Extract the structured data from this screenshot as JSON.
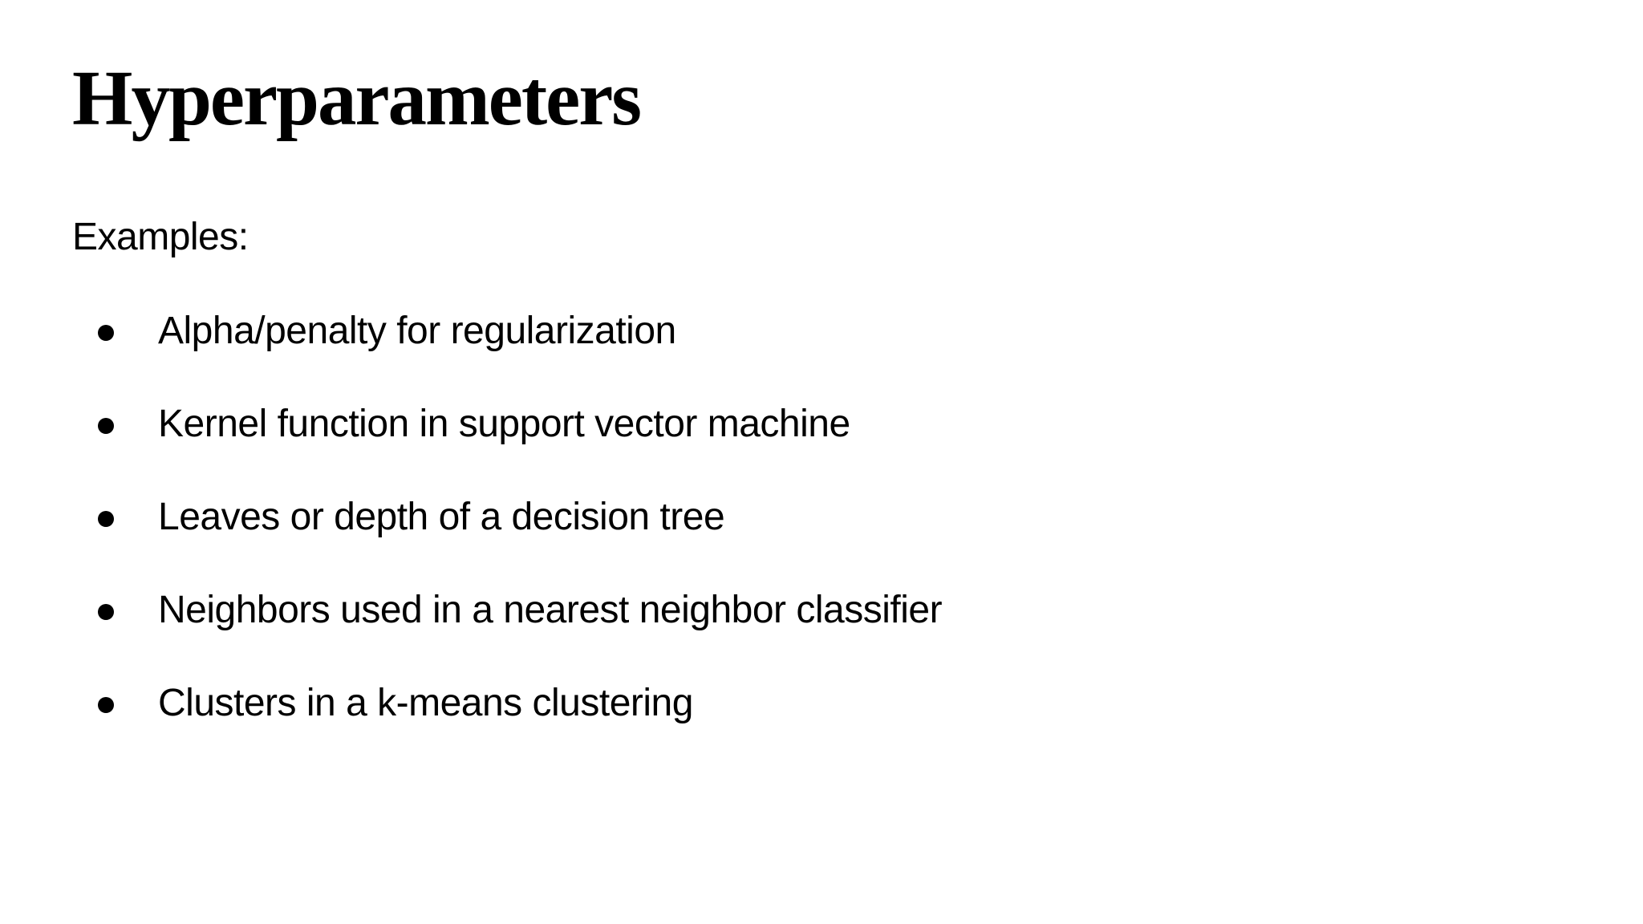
{
  "slide": {
    "title": "Hyperparameters",
    "intro": "Examples:",
    "bullets": [
      "Alpha/penalty for regularization",
      "Kernel function in support vector machine",
      "Leaves or depth of a decision tree",
      "Neighbors used in a nearest neighbor classifier",
      "Clusters in a k-means clustering"
    ],
    "colors": {
      "background": "#ffffff",
      "text": "#000000"
    }
  }
}
